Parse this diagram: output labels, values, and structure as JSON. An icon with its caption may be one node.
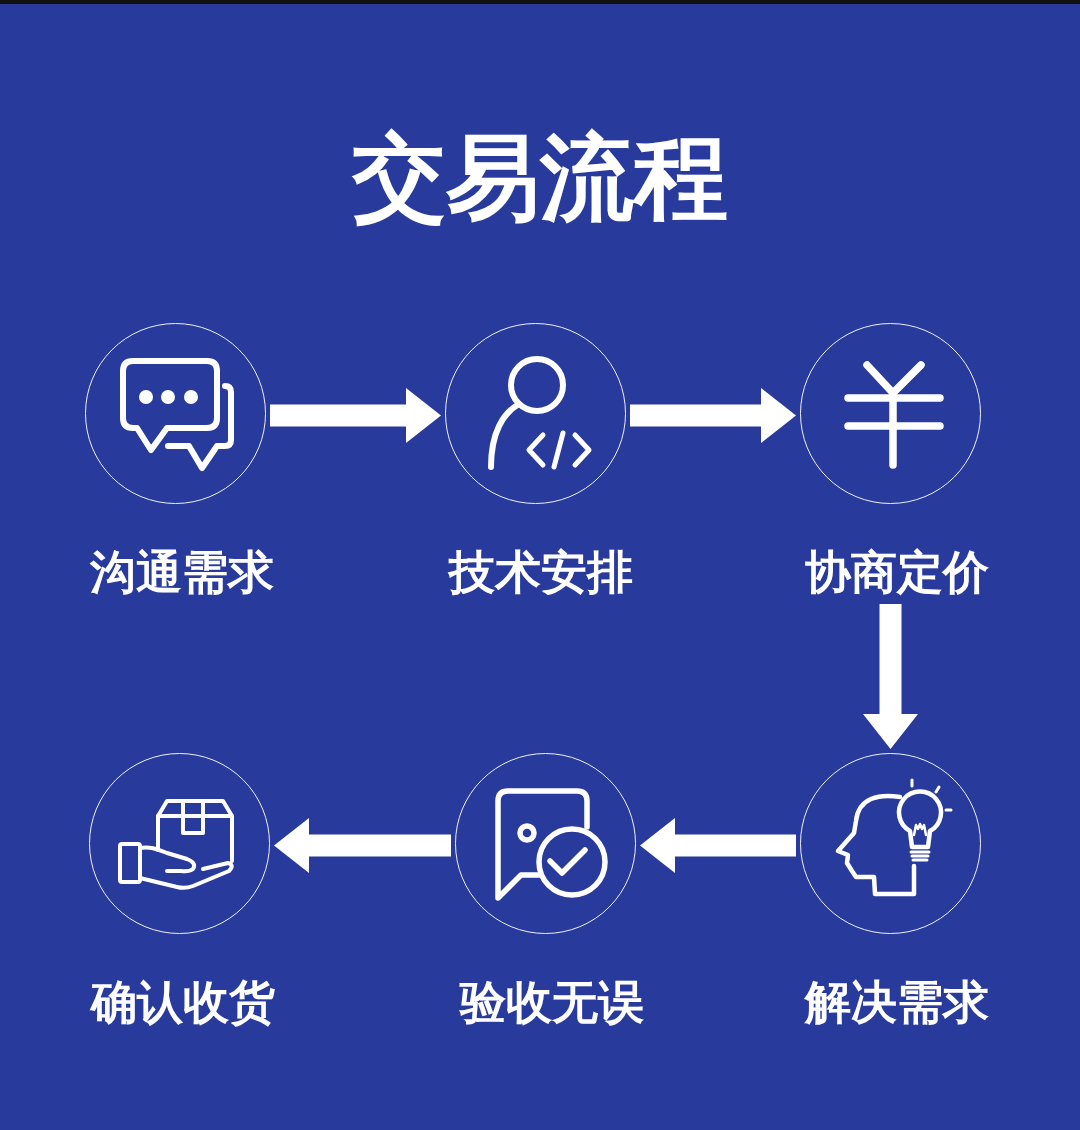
{
  "diagram": {
    "title": "交易流程",
    "nodes": [
      {
        "text": [
          "沟通需求"
        ]
      },
      {
        "text": [
          "技术安排"
        ]
      },
      {
        "text": [
          "协商定价"
        ]
      },
      {
        "text": [
          "解决需求"
        ]
      },
      {
        "text": [
          "验收无误"
        ]
      },
      {
        "text": [
          "确认收货"
        ]
      }
    ],
    "edges": [
      {
        "from": 0,
        "to": 1,
        "arrow": "to"
      },
      {
        "from": 1,
        "to": 2,
        "arrow": "to"
      },
      {
        "from": 2,
        "to": 3,
        "arrow": "to"
      },
      {
        "from": 3,
        "to": 4,
        "arrow": "to"
      },
      {
        "from": 4,
        "to": 5,
        "arrow": "to"
      }
    ]
  }
}
